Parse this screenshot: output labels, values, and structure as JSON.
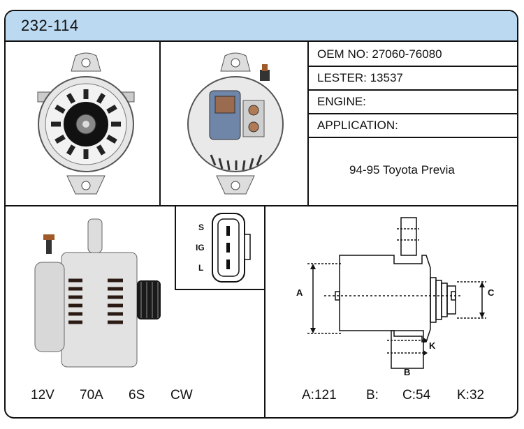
{
  "header": {
    "title": "232-114"
  },
  "info": {
    "oem": "OEM NO: 27060-76080",
    "lester": "LESTER: 13537",
    "engine": "ENGINE:",
    "application_label": "APPLICATION:",
    "application_value": "94-95 Toyota Previa"
  },
  "connector": {
    "pins": [
      "S",
      "IG",
      "L"
    ]
  },
  "specs": [
    "12V",
    "70A",
    "6S",
    "CW"
  ],
  "diagram": {
    "label_a": "A",
    "label_b": "B",
    "label_c": "C",
    "label_k": "K"
  },
  "dimensions": [
    "A:121",
    "B:",
    "C:54",
    "K:32"
  ]
}
